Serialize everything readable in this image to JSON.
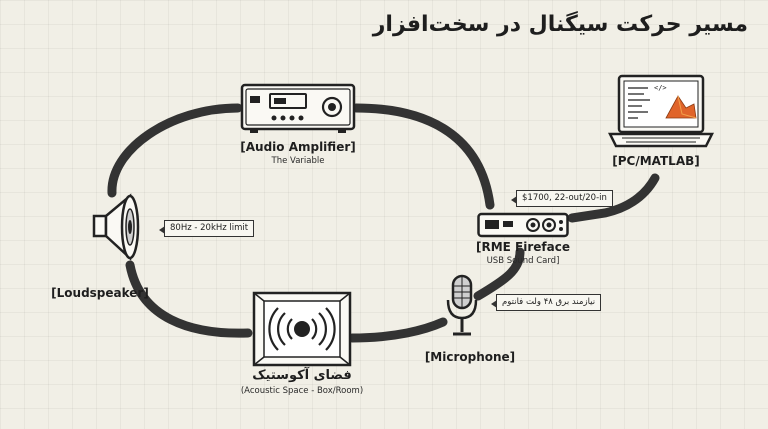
{
  "title": "مسیر حرکت سیگنال در سخت‌افزار",
  "nodes": {
    "amplifier": {
      "label": "[Audio Amplifier]",
      "sublabel": "The Variable",
      "icon": "amplifier-icon"
    },
    "pc": {
      "label": "[PC/MATLAB]",
      "icon": "laptop-icon"
    },
    "soundcard": {
      "label": "[RME Fireface",
      "sublabel": "USB Sound Card]",
      "tag": "$1700, 22-out/20-in",
      "icon": "soundcard-icon"
    },
    "microphone": {
      "label": "[Microphone]",
      "tag": "نیازمند برق ۴۸ ولت فانتوم",
      "icon": "microphone-icon"
    },
    "space": {
      "label": "فضای آکوستیک",
      "sublabel": "(Acoustic Space - Box/Room)",
      "icon": "acoustic-space-icon"
    },
    "speaker": {
      "label": "[Loudspeaker]",
      "tag": "80Hz - 20kHz limit",
      "icon": "loudspeaker-icon"
    }
  },
  "colors": {
    "background": "#f1efe6",
    "wire": "#333333",
    "ink": "#1e1e1e"
  }
}
